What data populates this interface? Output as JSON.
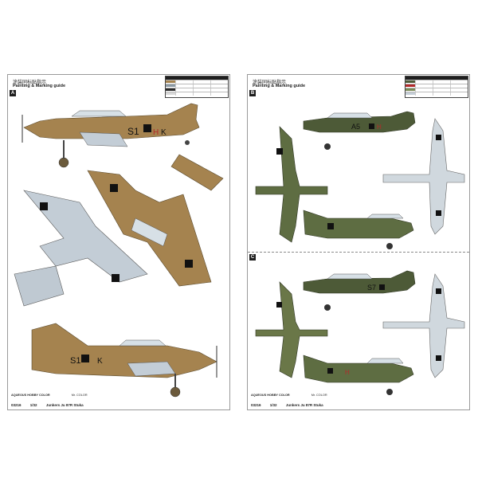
{
  "left": {
    "title_cn": "涂装同标贴指示",
    "title_en": "Painting & Marking guide",
    "section": "A",
    "aircraft_codes": [
      "S1",
      "H",
      "K"
    ],
    "aircraft_codes_bottom": [
      "S1",
      "K"
    ],
    "footer_paint": "AQUEOUS HOBBY COLOR",
    "footer_mr": "Mr. COLOR",
    "footer_code": "03216",
    "footer_scale": "1/32",
    "footer_name": "Junkers Ju 87R Stuka"
  },
  "right": {
    "title_cn": "涂装同标贴指示",
    "title_en": "Painting & Marking guide",
    "section_b": "B",
    "section_c": "C",
    "codes_b": [
      "A5",
      "H"
    ],
    "codes_c": [
      "S7",
      "H"
    ],
    "footer_paint": "AQUEOUS HOBBY COLOR",
    "footer_mr": "Mr. COLOR",
    "footer_code": "03216",
    "footer_scale": "1/32",
    "footer_name": "Junkers Ju 87R Stuka"
  },
  "colors": {
    "desert_tan": "#a5834f",
    "light_blue": "#c3cdd6",
    "green_dark": "#4d5a37",
    "green_light": "#7a8a56",
    "legend_red": "#b22a2a"
  }
}
